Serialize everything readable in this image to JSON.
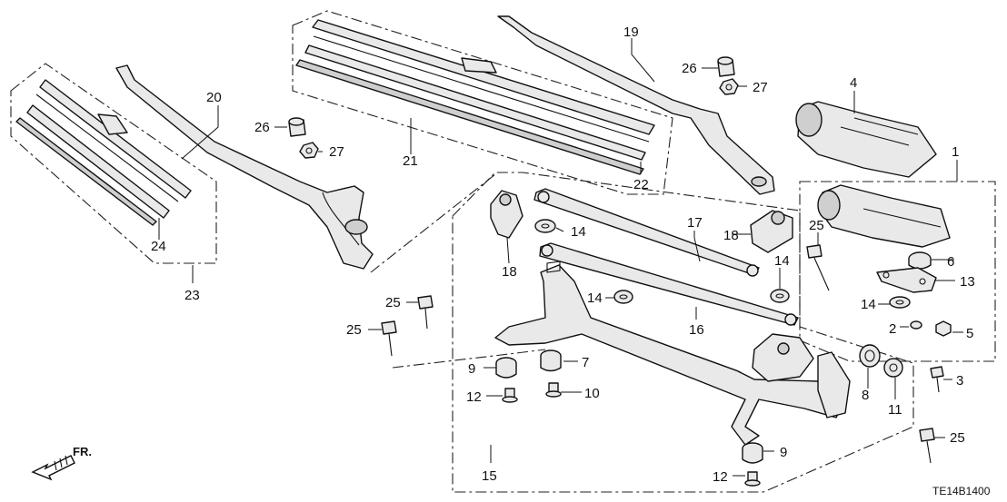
{
  "diagram": {
    "code": "TE14B1400",
    "direction_label": "FR.",
    "callouts": [
      {
        "id": "c1",
        "text": "1"
      },
      {
        "id": "c2",
        "text": "2"
      },
      {
        "id": "c3",
        "text": "3"
      },
      {
        "id": "c4",
        "text": "4"
      },
      {
        "id": "c5",
        "text": "5"
      },
      {
        "id": "c6",
        "text": "6"
      },
      {
        "id": "c7",
        "text": "7"
      },
      {
        "id": "c8",
        "text": "8"
      },
      {
        "id": "c9a",
        "text": "9"
      },
      {
        "id": "c9b",
        "text": "9"
      },
      {
        "id": "c10",
        "text": "10"
      },
      {
        "id": "c11",
        "text": "11"
      },
      {
        "id": "c12a",
        "text": "12"
      },
      {
        "id": "c12b",
        "text": "12"
      },
      {
        "id": "c13",
        "text": "13"
      },
      {
        "id": "c14a",
        "text": "14"
      },
      {
        "id": "c14b",
        "text": "14"
      },
      {
        "id": "c14c",
        "text": "14"
      },
      {
        "id": "c14d",
        "text": "14"
      },
      {
        "id": "c15",
        "text": "15"
      },
      {
        "id": "c16",
        "text": "16"
      },
      {
        "id": "c17",
        "text": "17"
      },
      {
        "id": "c18a",
        "text": "18"
      },
      {
        "id": "c18b",
        "text": "18"
      },
      {
        "id": "c19",
        "text": "19"
      },
      {
        "id": "c20",
        "text": "20"
      },
      {
        "id": "c21",
        "text": "21"
      },
      {
        "id": "c22",
        "text": "22"
      },
      {
        "id": "c23",
        "text": "23"
      },
      {
        "id": "c24",
        "text": "24"
      },
      {
        "id": "c25a",
        "text": "25"
      },
      {
        "id": "c25b",
        "text": "25"
      },
      {
        "id": "c25c",
        "text": "25"
      },
      {
        "id": "c25d",
        "text": "25"
      },
      {
        "id": "c26a",
        "text": "26"
      },
      {
        "id": "c26b",
        "text": "26"
      },
      {
        "id": "c27a",
        "text": "27"
      },
      {
        "id": "c27b",
        "text": "27"
      }
    ]
  }
}
